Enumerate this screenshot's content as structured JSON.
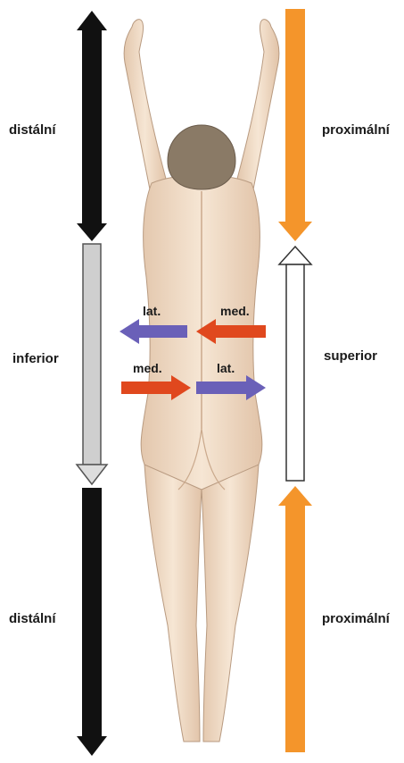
{
  "labels": {
    "left_top": "distální",
    "left_middle": "inferior",
    "left_bottom": "distální",
    "right_top": "proximální",
    "right_middle": "superior",
    "right_bottom": "proximální",
    "arrow_top_left": "lat.",
    "arrow_top_right": "med.",
    "arrow_bottom_left": "med.",
    "arrow_bottom_right": "lat."
  },
  "colors": {
    "black_arrow": "#111111",
    "gray_arrow": "#cfcfcf",
    "orange_arrow": "#f4952b",
    "white_arrow": "#ffffff",
    "red_arrow": "#e0481e",
    "blue_arrow": "#6a60b8",
    "skin": "#efd9c4",
    "hair": "#8a7a66"
  }
}
